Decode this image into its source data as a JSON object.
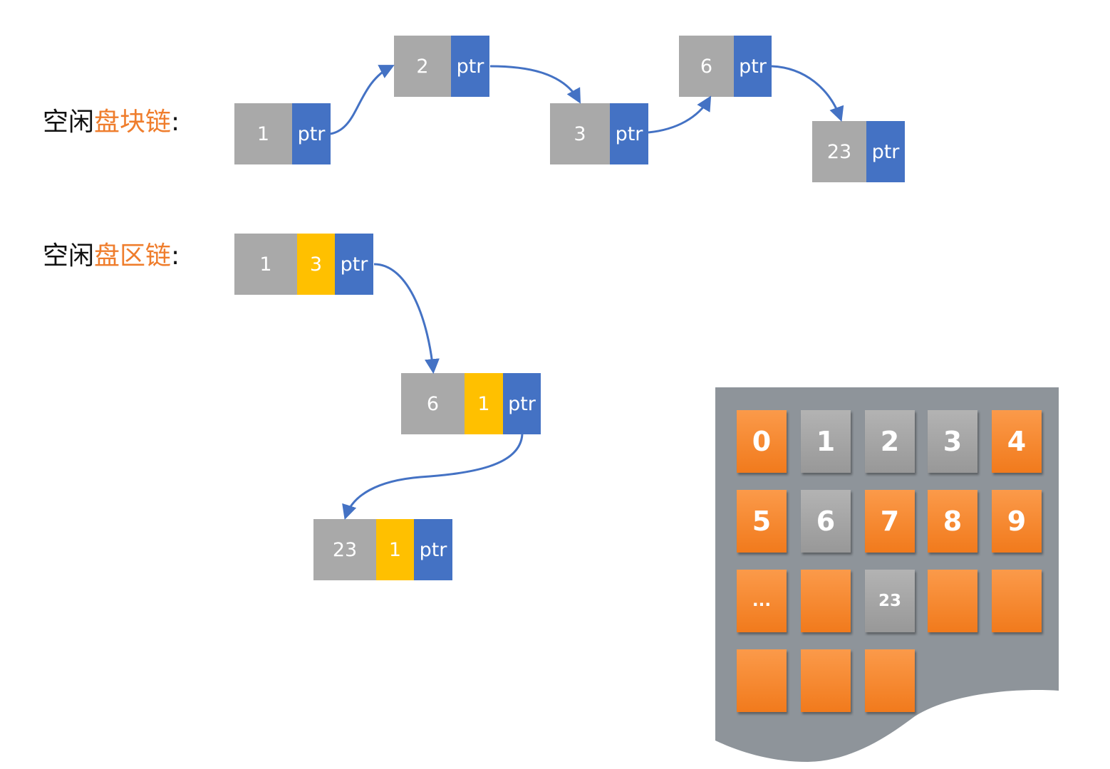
{
  "block_chain": {
    "label_prefix": "空闲",
    "label_highlight": "盘块链",
    "label_suffix": ":",
    "nodes": [
      {
        "block": "1",
        "ptr": "ptr"
      },
      {
        "block": "2",
        "ptr": "ptr"
      },
      {
        "block": "3",
        "ptr": "ptr"
      },
      {
        "block": "6",
        "ptr": "ptr"
      },
      {
        "block": "23",
        "ptr": "ptr"
      }
    ]
  },
  "zone_chain": {
    "label_prefix": "空闲",
    "label_highlight": "盘区链",
    "label_suffix": ":",
    "nodes": [
      {
        "start": "1",
        "count": "3",
        "ptr": "ptr"
      },
      {
        "start": "6",
        "count": "1",
        "ptr": "ptr"
      },
      {
        "start": "23",
        "count": "1",
        "ptr": "ptr"
      }
    ]
  },
  "disk": {
    "blocks": [
      {
        "label": "0",
        "state": "free"
      },
      {
        "label": "1",
        "state": "used"
      },
      {
        "label": "2",
        "state": "used"
      },
      {
        "label": "3",
        "state": "used"
      },
      {
        "label": "4",
        "state": "free"
      },
      {
        "label": "5",
        "state": "free"
      },
      {
        "label": "6",
        "state": "used"
      },
      {
        "label": "7",
        "state": "free"
      },
      {
        "label": "8",
        "state": "free"
      },
      {
        "label": "9",
        "state": "free"
      },
      {
        "label": "...",
        "state": "free"
      },
      {
        "label": "",
        "state": "free"
      },
      {
        "label": "23",
        "state": "used"
      },
      {
        "label": "",
        "state": "free"
      },
      {
        "label": "",
        "state": "free"
      },
      {
        "label": "",
        "state": "free"
      },
      {
        "label": "",
        "state": "free"
      },
      {
        "label": "",
        "state": "free"
      }
    ]
  },
  "colors": {
    "label_highlight": "#ef7d2c",
    "block_gray": "#a9a9a9",
    "count_yellow": "#ffc000",
    "pointer_blue": "#4472c4",
    "free_orange": "#f17a1c",
    "used_gray": "#a6a6a6",
    "disk_panel": "#8e949a"
  }
}
